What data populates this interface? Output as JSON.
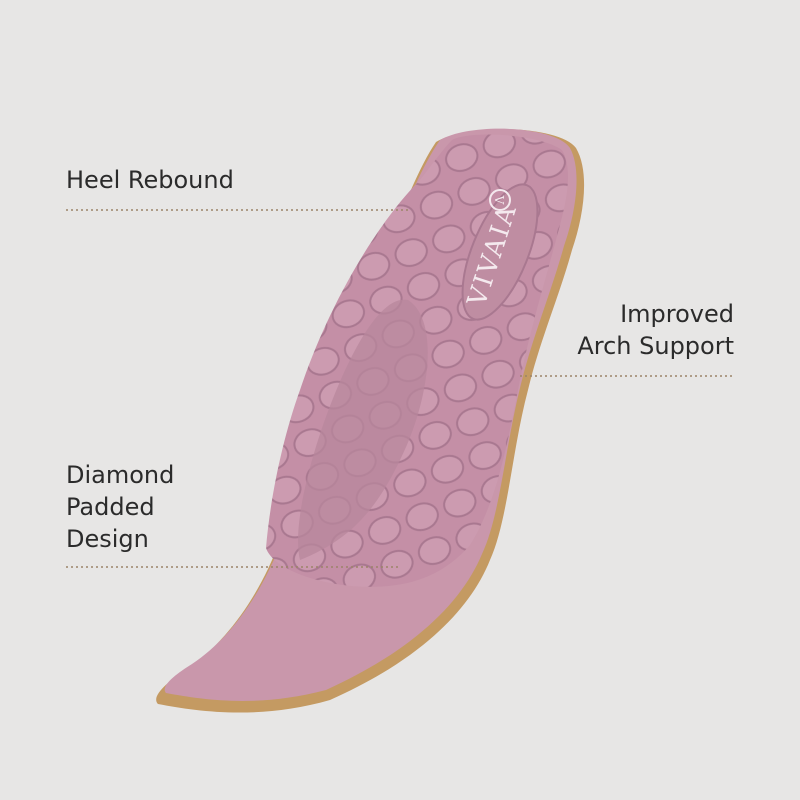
{
  "background_color": "#e7e6e5",
  "annotations": {
    "heel_rebound": "Heel Rebound",
    "arch_support": [
      "Improved",
      "Arch Support"
    ],
    "diamond_padded": [
      "Diamond",
      "Padded",
      "Design"
    ]
  },
  "brand": {
    "logo_text": "VIVAIA"
  },
  "colors": {
    "insole": "#c997ab",
    "insole_shadow": "#a7768b",
    "base_layer": "#c49a62",
    "leader_line": "#9b8468",
    "text": "#2b2b2b"
  }
}
